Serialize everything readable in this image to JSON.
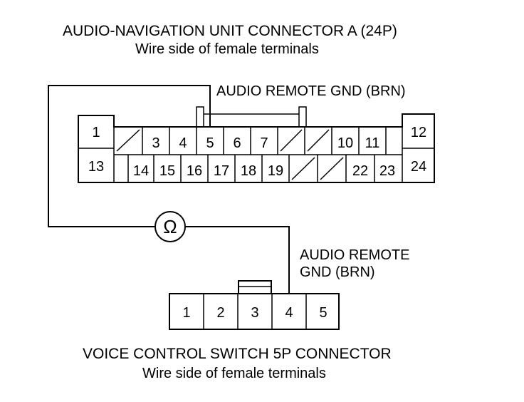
{
  "connector_a": {
    "title": "AUDIO-NAVIGATION UNIT CONNECTOR A (24P)",
    "subtitle": "Wire side of female terminals",
    "top_row": [
      "1",
      "",
      "3",
      "4",
      "5",
      "6",
      "7",
      "",
      "",
      "10",
      "11",
      "12"
    ],
    "bottom_row": [
      "13",
      "14",
      "15",
      "16",
      "17",
      "18",
      "19",
      "",
      "",
      "22",
      "23",
      "24"
    ],
    "wire_label": "AUDIO REMOTE GND (BRN)"
  },
  "meter": {
    "symbol": "Ω"
  },
  "connector_b": {
    "title": "VOICE CONTROL SWITCH 5P CONNECTOR",
    "subtitle": "Wire side of female terminals",
    "pins": [
      "1",
      "2",
      "3",
      "4",
      "5"
    ],
    "wire_label_line1": "AUDIO REMOTE",
    "wire_label_line2": "GND (BRN)"
  }
}
